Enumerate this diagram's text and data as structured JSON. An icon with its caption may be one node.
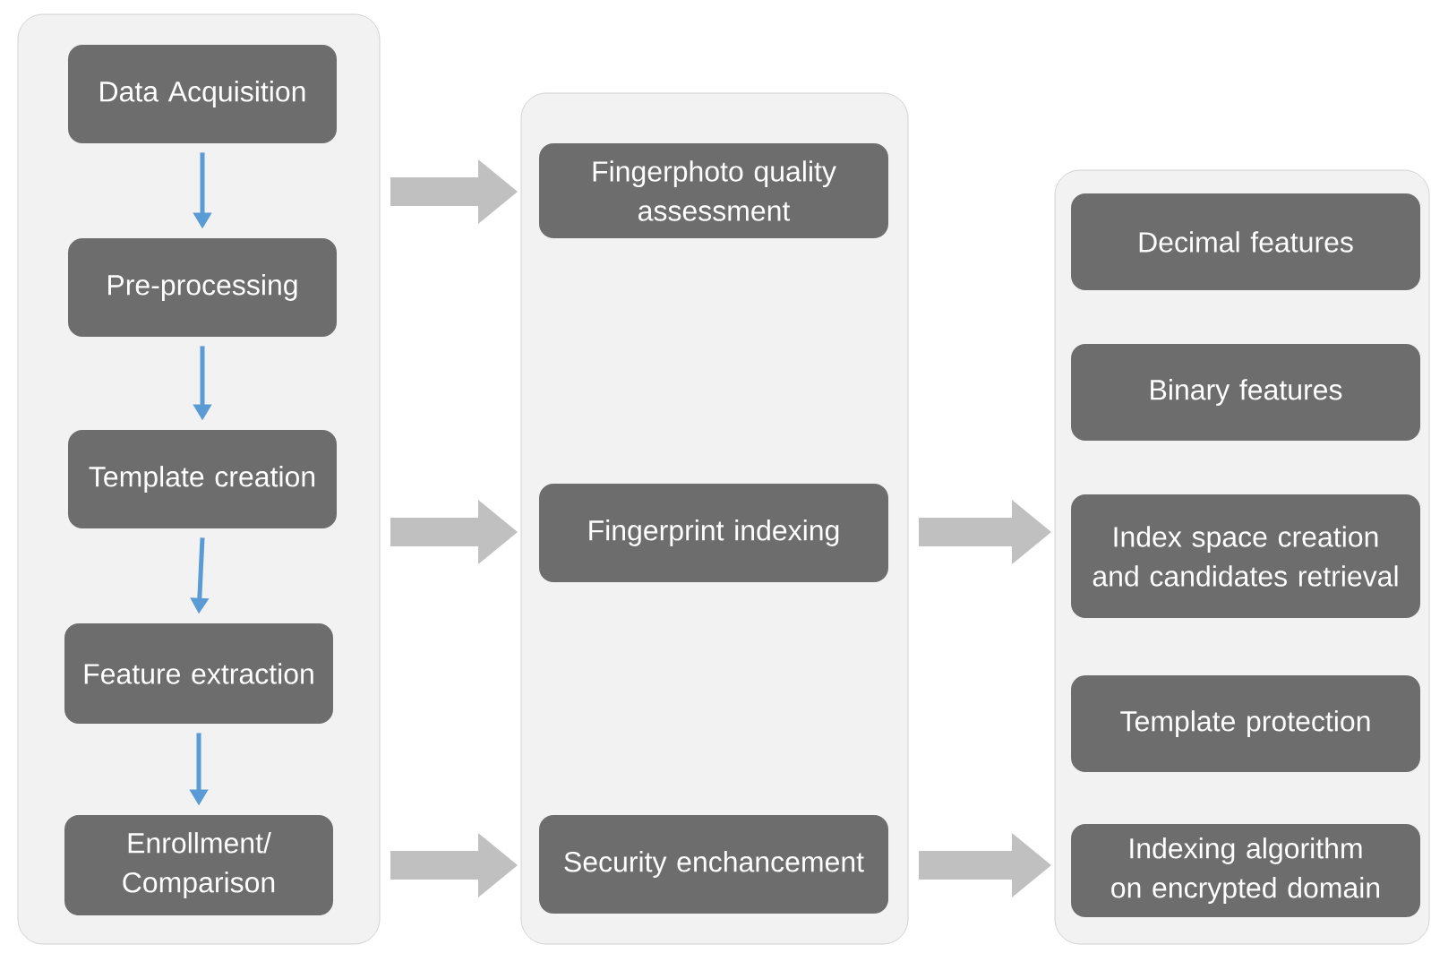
{
  "diagram": {
    "nodes": [
      {
        "text": [],
        "shape": "box"
      },
      {
        "text": [
          "Data Acquisition"
        ],
        "in": 0
      },
      {
        "text": [
          "Pre-processing"
        ],
        "in": 0
      },
      {
        "text": [
          "Template creation"
        ],
        "in": 0
      },
      {
        "text": [
          "Feature extraction"
        ],
        "in": 0
      },
      {
        "text": [
          "Enrollment/ Comparison"
        ],
        "in": 0
      },
      {
        "text": [],
        "shape": "box"
      },
      {
        "text": [
          "Fingerphoto quality assessment"
        ],
        "in": 6
      },
      {
        "text": [
          "Fingerprint indexing"
        ],
        "in": 6
      },
      {
        "text": [
          "Security enchancement"
        ],
        "in": 6
      },
      {
        "text": [],
        "shape": "box"
      },
      {
        "text": [
          "Decimal features"
        ],
        "in": 10
      },
      {
        "text": [
          "Binary features"
        ],
        "in": 10
      },
      {
        "text": [
          "Index space creation and candidates retrieval"
        ],
        "in": 10
      },
      {
        "text": [
          "Template protection"
        ],
        "in": 10
      },
      {
        "text": [
          "Indexing algorithm on encrypted domain"
        ],
        "in": 10
      }
    ],
    "edges": [
      {
        "from": 1,
        "to": 2,
        "arrow": "to"
      },
      {
        "from": 2,
        "to": 3,
        "arrow": "to"
      },
      {
        "from": 3,
        "to": 4,
        "arrow": "to"
      },
      {
        "from": 4,
        "to": 5,
        "arrow": "to"
      },
      {
        "from": 0,
        "to": 6,
        "arrow": "to",
        "style": "thick",
        "color": "#c0c0c0"
      },
      {
        "from": 0,
        "to": 6,
        "arrow": "to",
        "style": "thick",
        "color": "#c0c0c0"
      },
      {
        "from": 0,
        "to": 6,
        "arrow": "to",
        "style": "thick",
        "color": "#c0c0c0"
      },
      {
        "from": 6,
        "to": 10,
        "arrow": "to",
        "style": "thick",
        "color": "#c0c0c0"
      },
      {
        "from": 6,
        "to": 10,
        "arrow": "to",
        "style": "thick",
        "color": "#c0c0c0"
      }
    ]
  }
}
